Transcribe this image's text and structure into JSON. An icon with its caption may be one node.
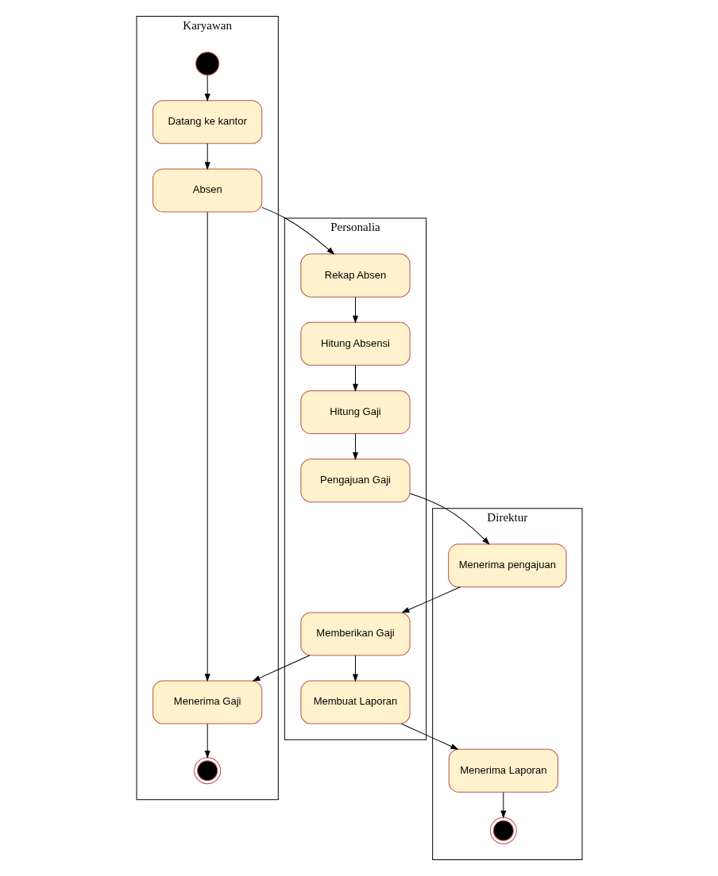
{
  "diagram": {
    "nodes": [
      {
        "text": [
          "Karyawan"
        ]
      },
      {
        "text": [
          "Personalia"
        ]
      },
      {
        "text": [
          "Direktur"
        ]
      },
      {
        "text": [],
        "shape": "circle",
        "in": 0
      },
      {
        "text": [
          "Datang ke kantor"
        ],
        "in": 0
      },
      {
        "text": [
          "Absen"
        ],
        "in": 0
      },
      {
        "text": [
          "Menerima Gaji"
        ],
        "in": 0
      },
      {
        "text": [],
        "shape": "circle",
        "in": 0
      },
      {
        "text": [
          "Rekap Absen"
        ],
        "in": 1
      },
      {
        "text": [
          "Hitung Absensi"
        ],
        "in": 1
      },
      {
        "text": [
          "Hitung Gaji"
        ],
        "in": 1
      },
      {
        "text": [
          "Pengajuan Gaji"
        ],
        "in": 1
      },
      {
        "text": [
          "Memberikan Gaji"
        ],
        "in": 1
      },
      {
        "text": [
          "Membuat Laporan"
        ],
        "in": 1
      },
      {
        "text": [
          "Menerima pengajuan"
        ],
        "in": 2
      },
      {
        "text": [
          "Menerima Laporan"
        ],
        "in": 2
      },
      {
        "text": [],
        "shape": "circle",
        "in": 2
      }
    ],
    "edges": [
      {
        "from": 3,
        "to": 4,
        "arrow": "to"
      },
      {
        "from": 4,
        "to": 5,
        "arrow": "to"
      },
      {
        "from": 5,
        "to": 8,
        "arrow": "to"
      },
      {
        "from": 5,
        "to": 6,
        "arrow": "to"
      },
      {
        "from": 8,
        "to": 9,
        "arrow": "to"
      },
      {
        "from": 9,
        "to": 10,
        "arrow": "to"
      },
      {
        "from": 10,
        "to": 11,
        "arrow": "to"
      },
      {
        "from": 11,
        "to": 14,
        "arrow": "to"
      },
      {
        "from": 14,
        "to": 12,
        "arrow": "to"
      },
      {
        "from": 12,
        "to": 6,
        "arrow": "to"
      },
      {
        "from": 12,
        "to": 13,
        "arrow": "to"
      },
      {
        "from": 13,
        "to": 15,
        "arrow": "to"
      },
      {
        "from": 6,
        "to": 7,
        "arrow": "to"
      },
      {
        "from": 15,
        "to": 16,
        "arrow": "to"
      }
    ]
  }
}
